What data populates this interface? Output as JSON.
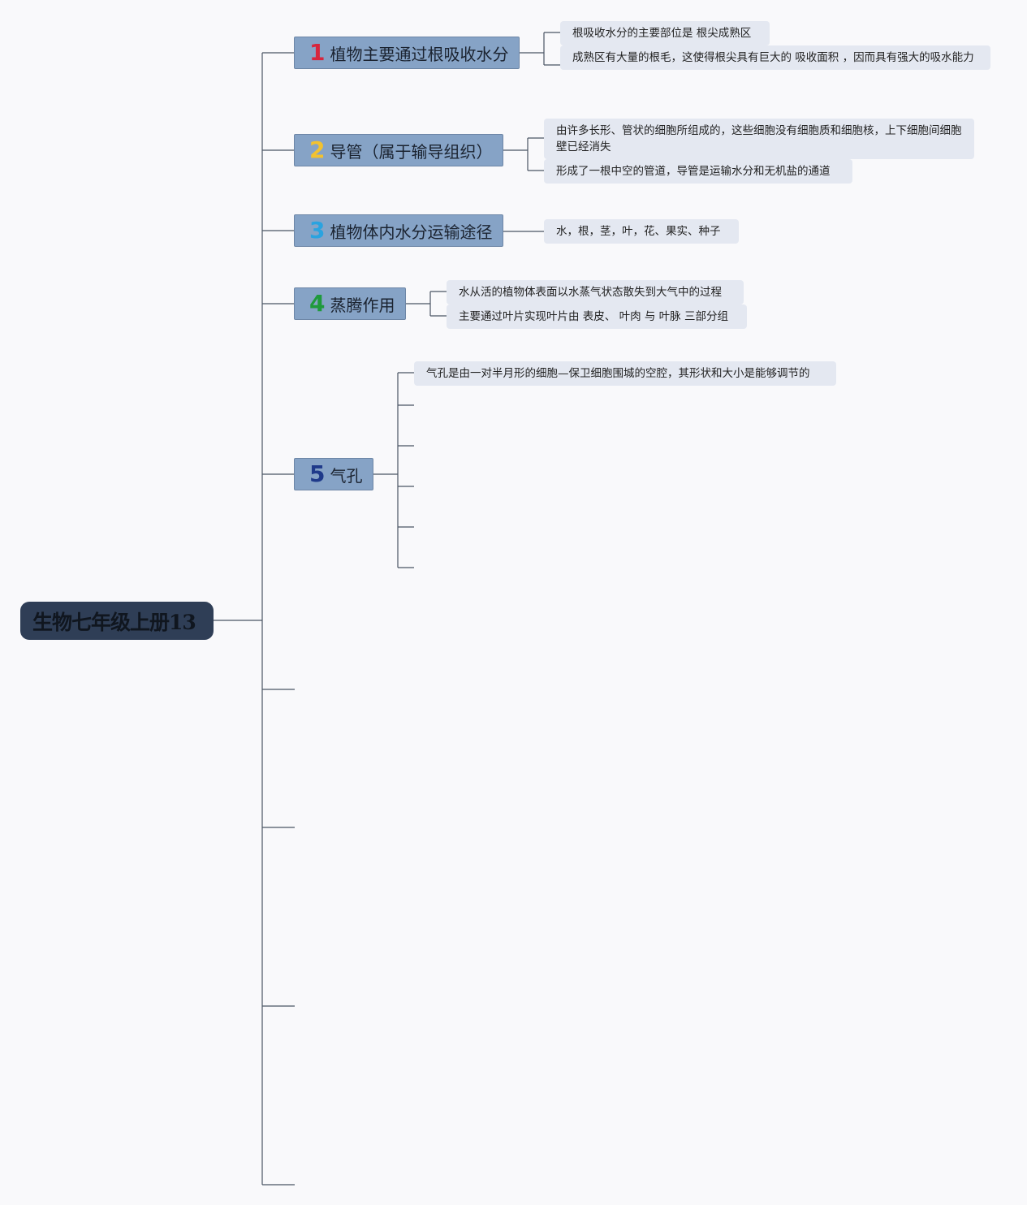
{
  "root": {
    "title": "生物七年级上册13"
  },
  "branches": [
    {
      "num": "1",
      "num_color": "#d7263d",
      "label": "植物主要通过根吸收水分",
      "leaves": [
        "根吸收水分的主要部位是 根尖成熟区",
        "成熟区有大量的根毛，这使得根尖具有巨大的 吸收面积 ，因而具有强大的吸水能力"
      ]
    },
    {
      "num": "2",
      "num_color": "#f2c230",
      "label": "导管（属于输导组织）",
      "leaves": [
        "由许多长形、管状的细胞所组成的，这些细胞没有细胞质和细胞核，上下细胞间细胞壁已经消失",
        "形成了一根中空的管道，导管是运输水分和无机盐的通道"
      ]
    },
    {
      "num": "3",
      "num_color": "#2aa3e0",
      "label": "植物体内水分运输途径",
      "leaves": [
        "水，根，茎，叶，花、果实、种子"
      ]
    },
    {
      "num": "4",
      "num_color": "#1f9a3c",
      "label": "蒸腾作用",
      "leaves": [
        "水从活的植物体表面以水蒸气状态散失到大气中的过程",
        "主要通过叶片实现叶片由 表皮、 叶肉 与 叶脉 三部分组"
      ]
    },
    {
      "num": "5",
      "num_color": "#1f3a8a",
      "label": "气孔",
      "leaves": [
        "气孔是由一对半月形的细胞—保卫细胞围城的空腔，其形状和大小是能够调节的"
      ]
    }
  ]
}
